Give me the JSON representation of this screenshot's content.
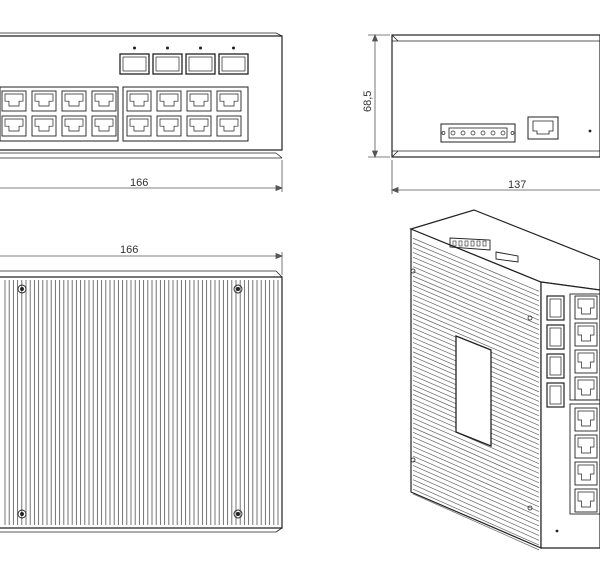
{
  "views": {
    "front": {
      "width_label": "166"
    },
    "rear": {
      "depth_label": "137",
      "height_label": "68,5"
    },
    "top": {
      "width_label": "166"
    },
    "isometric": {}
  },
  "colors": {
    "line": "#222222",
    "dim": "#555555",
    "fin": "#666666"
  },
  "ports": {
    "rj45_count": 16,
    "sfp_count": 4
  }
}
